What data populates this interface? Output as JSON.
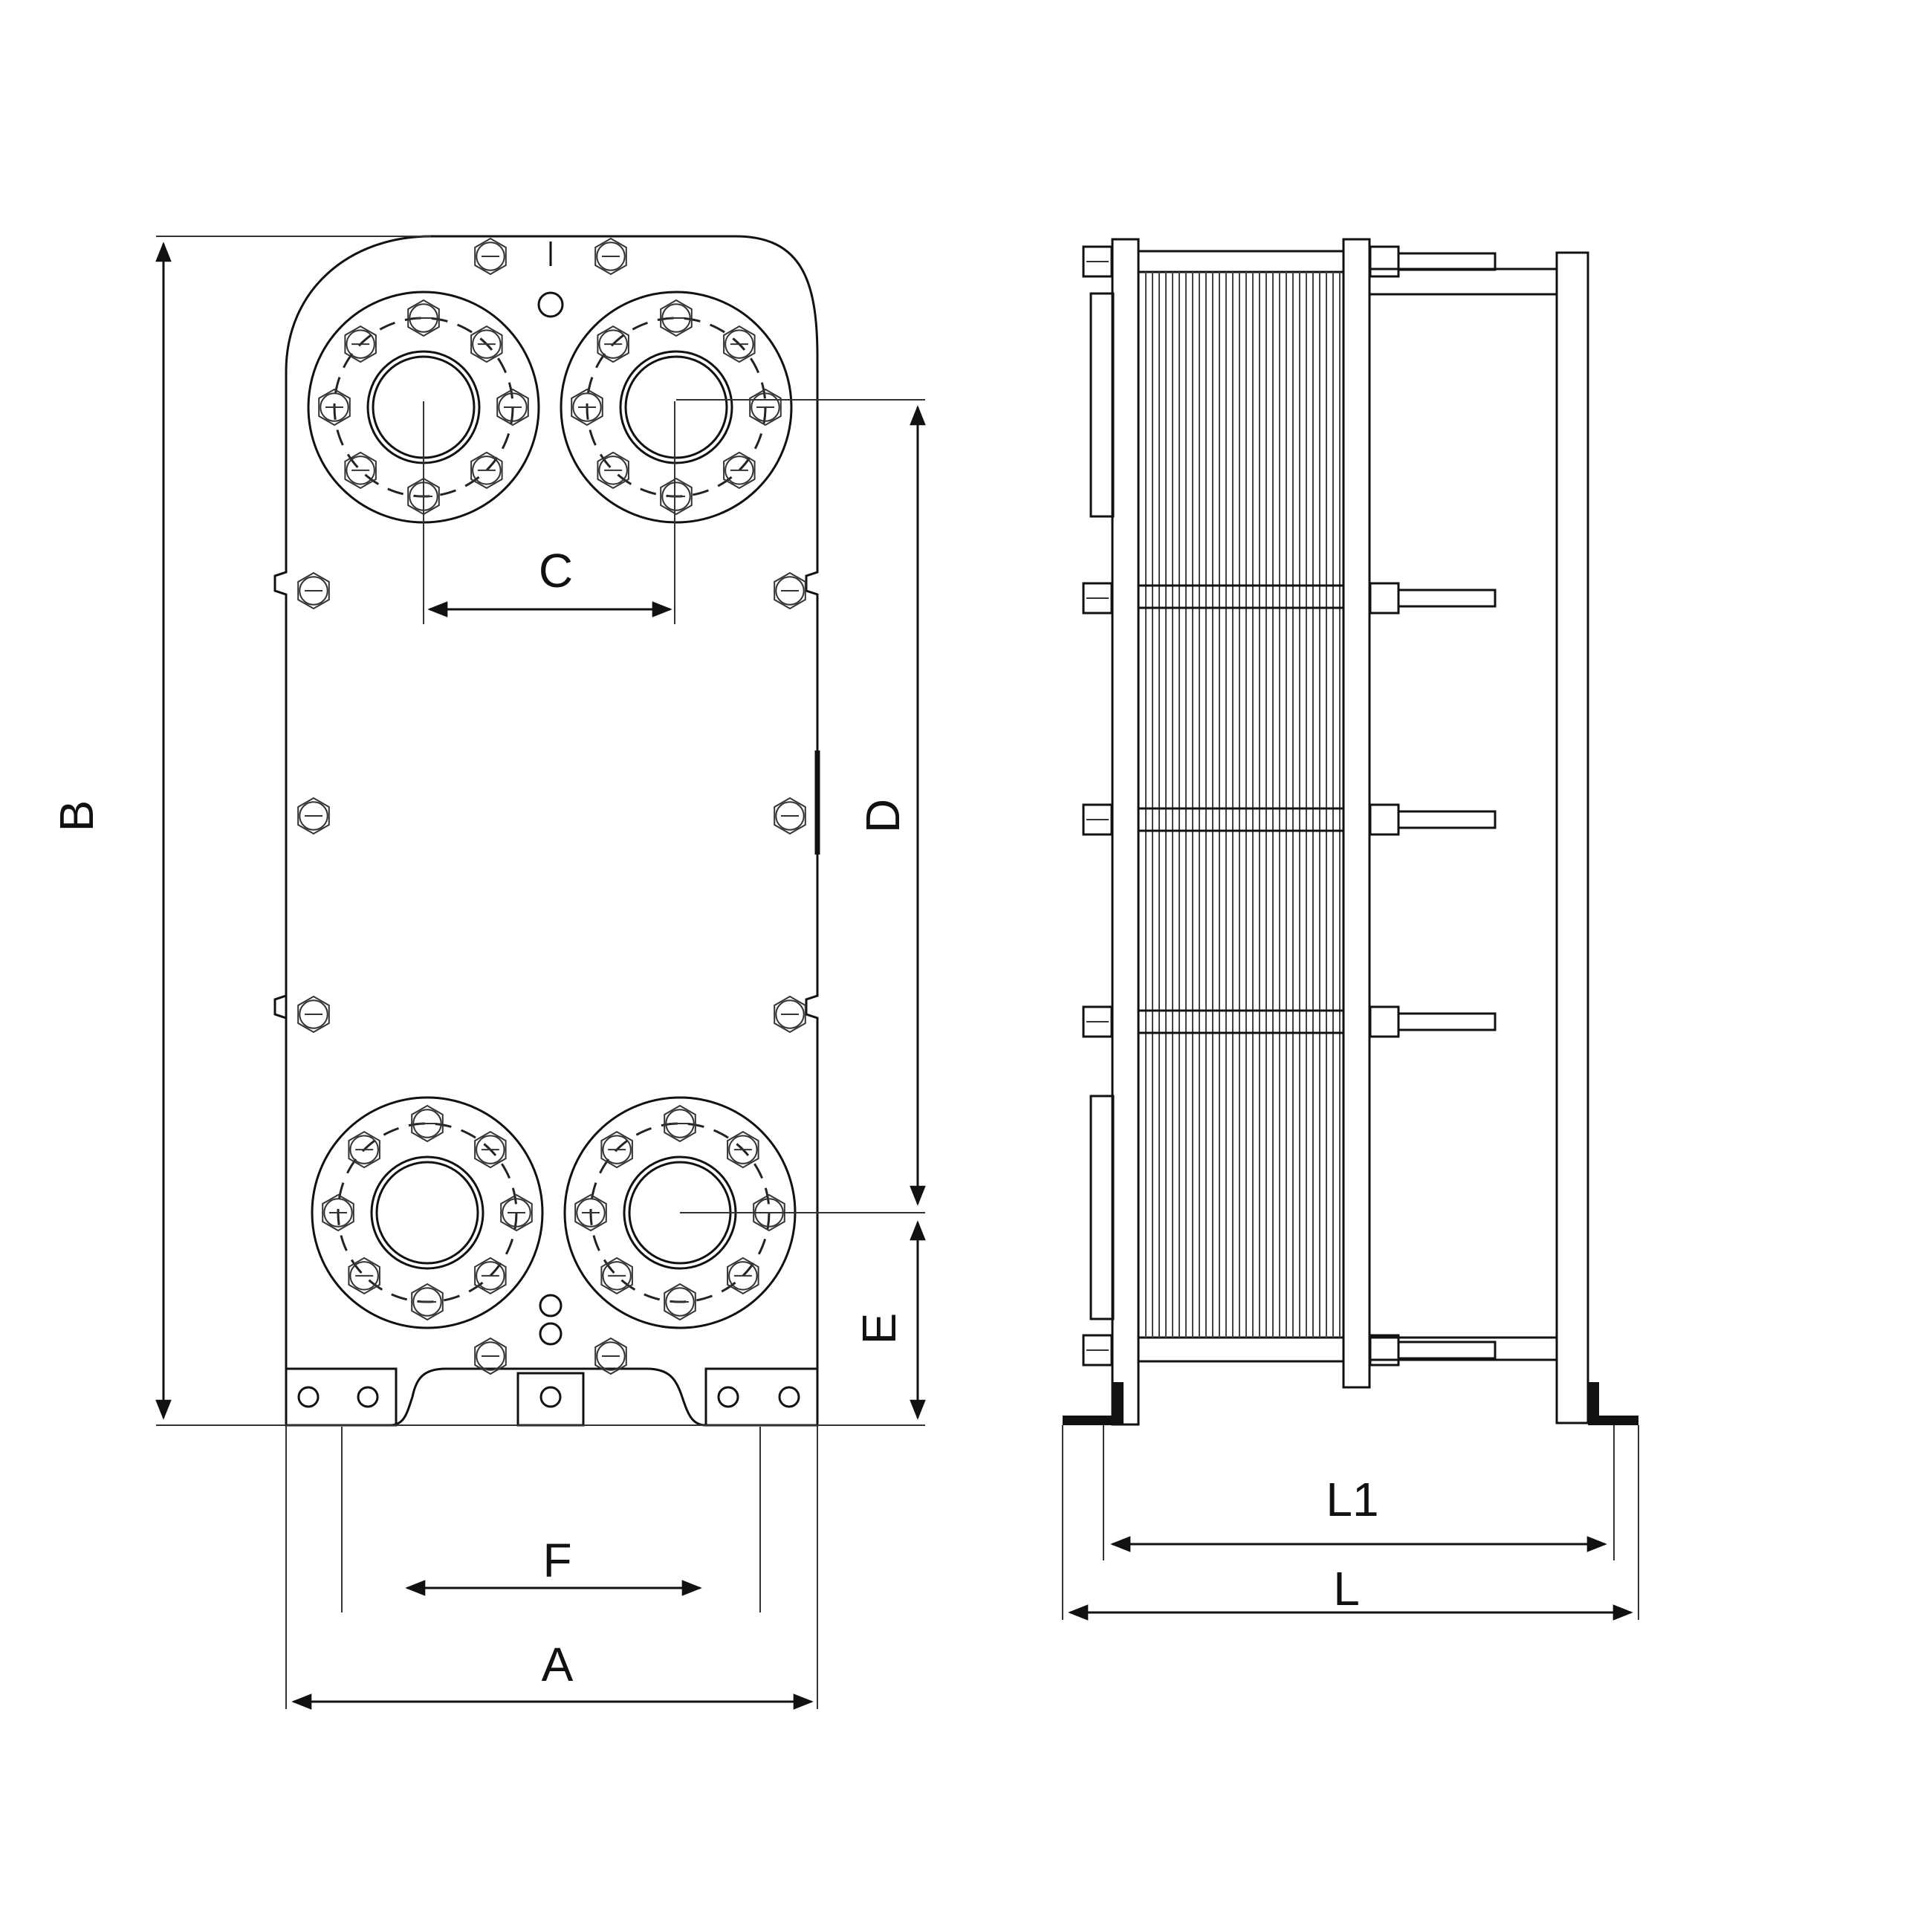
{
  "dimension_labels": {
    "A": "A",
    "B": "B",
    "C": "C",
    "D": "D",
    "E": "E",
    "F": "F",
    "L": "L",
    "L1": "L1"
  },
  "colors": {
    "line": "#111111",
    "background": "#ffffff"
  }
}
